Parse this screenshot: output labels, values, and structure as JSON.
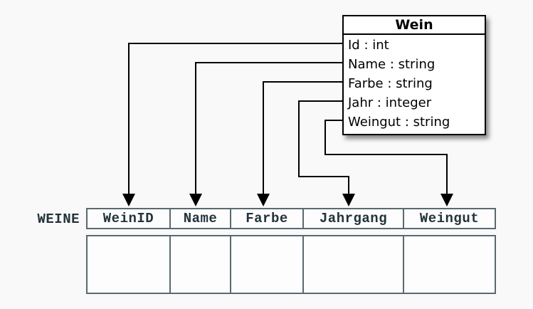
{
  "colors": {
    "background": "#f9f9fa",
    "line": "#000000",
    "class_border": "#000000",
    "class_background": "#ffffff",
    "class_text": "#000000",
    "table_border": "#5a696e",
    "table_text": "#22333a",
    "cell_background": "#fdfdfe"
  },
  "class_box": {
    "title": "Wein",
    "attributes": [
      "Id : int",
      "Name : string",
      "Farbe : string",
      "Jahr : integer",
      "Weingut : string"
    ]
  },
  "table": {
    "label": "WEINE",
    "columns": [
      "WeinID",
      "Name",
      "Farbe",
      "Jahrgang",
      "Weingut"
    ],
    "empty_body_rows": 1
  },
  "mappings": [
    {
      "from": "Id",
      "to": "WeinID"
    },
    {
      "from": "Name",
      "to": "Name"
    },
    {
      "from": "Farbe",
      "to": "Farbe"
    },
    {
      "from": "Jahr",
      "to": "Jahrgang"
    },
    {
      "from": "Weingut",
      "to": "Weingut"
    }
  ]
}
